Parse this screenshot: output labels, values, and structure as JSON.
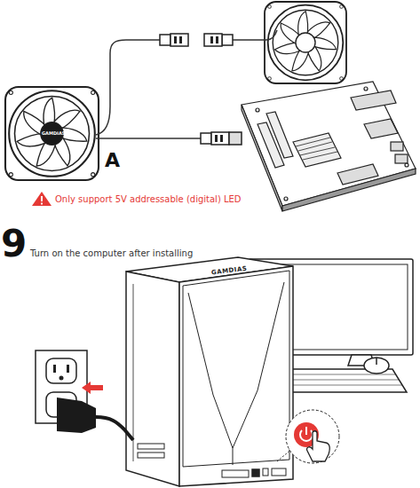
{
  "diagram": {
    "labels": [
      "A",
      "Only support 5V addressable (digital) LED",
      "9",
      "Turn on the computer after installing",
      "GAMDIAS",
      "GAMDIAS"
    ]
  }
}
